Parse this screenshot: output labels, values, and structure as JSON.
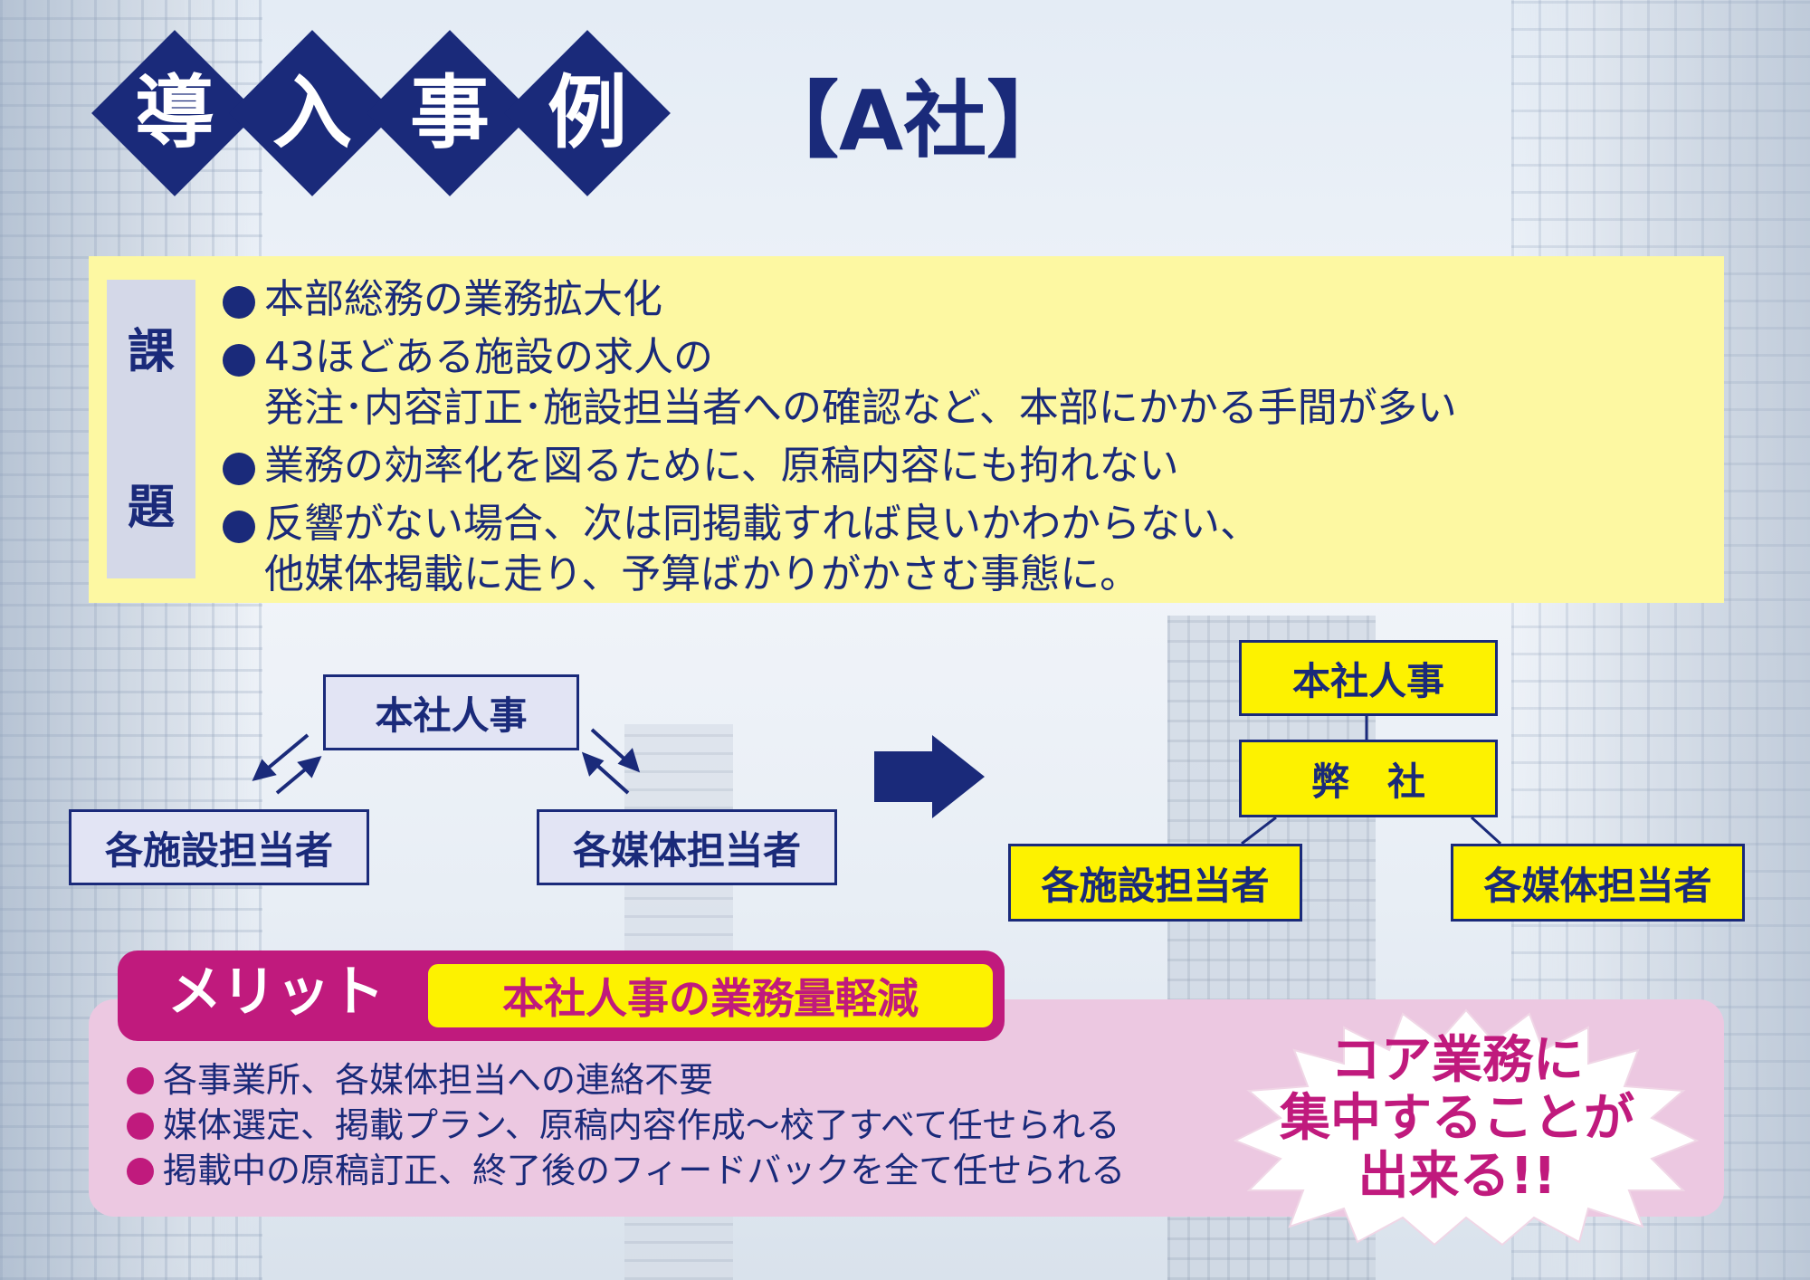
{
  "title": {
    "chars": [
      "導",
      "入",
      "事",
      "例"
    ],
    "company": "【A社】"
  },
  "issues": {
    "label_top": "課",
    "label_bottom": "題",
    "items": [
      [
        "本部総務の業務拡大化"
      ],
      [
        "43ほどある施設の求人の",
        "発注･内容訂正･施設担当者への確認など、本部にかかる手間が多い"
      ],
      [
        "業務の効率化を図るために、原稿内容にも拘れない"
      ],
      [
        "反響がない場合、次は同掲載すれば良いかわからない、",
        "他媒体掲載に走り、予算ばかりがかさむ事態に。"
      ]
    ]
  },
  "before": {
    "hq": "本社人事",
    "facility": "各施設担当者",
    "media": "各媒体担当者"
  },
  "after": {
    "hq": "本社人事",
    "us": "弊　社",
    "facility": "各施設担当者",
    "media": "各媒体担当者"
  },
  "merit": {
    "label": "メリット",
    "headline": "本社人事の業務量軽減",
    "items": [
      "各事業所、各媒体担当への連絡不要",
      "媒体選定、掲載プラン、原稿内容作成～校了すべて任せられる",
      "掲載中の原稿訂正、終了後のフィードバックを全て任せられる"
    ]
  },
  "callout": {
    "lines": [
      "コア業務に",
      "集中することが",
      "出来る!!"
    ]
  },
  "colors": {
    "navy": "#1a2a7a",
    "yellow_panel": "#fdf8a2",
    "yellow_box": "#fdf200",
    "lavender_box": "#e2e4f4",
    "magenta": "#c01a7d",
    "pink_panel": "#ecc8e1"
  }
}
